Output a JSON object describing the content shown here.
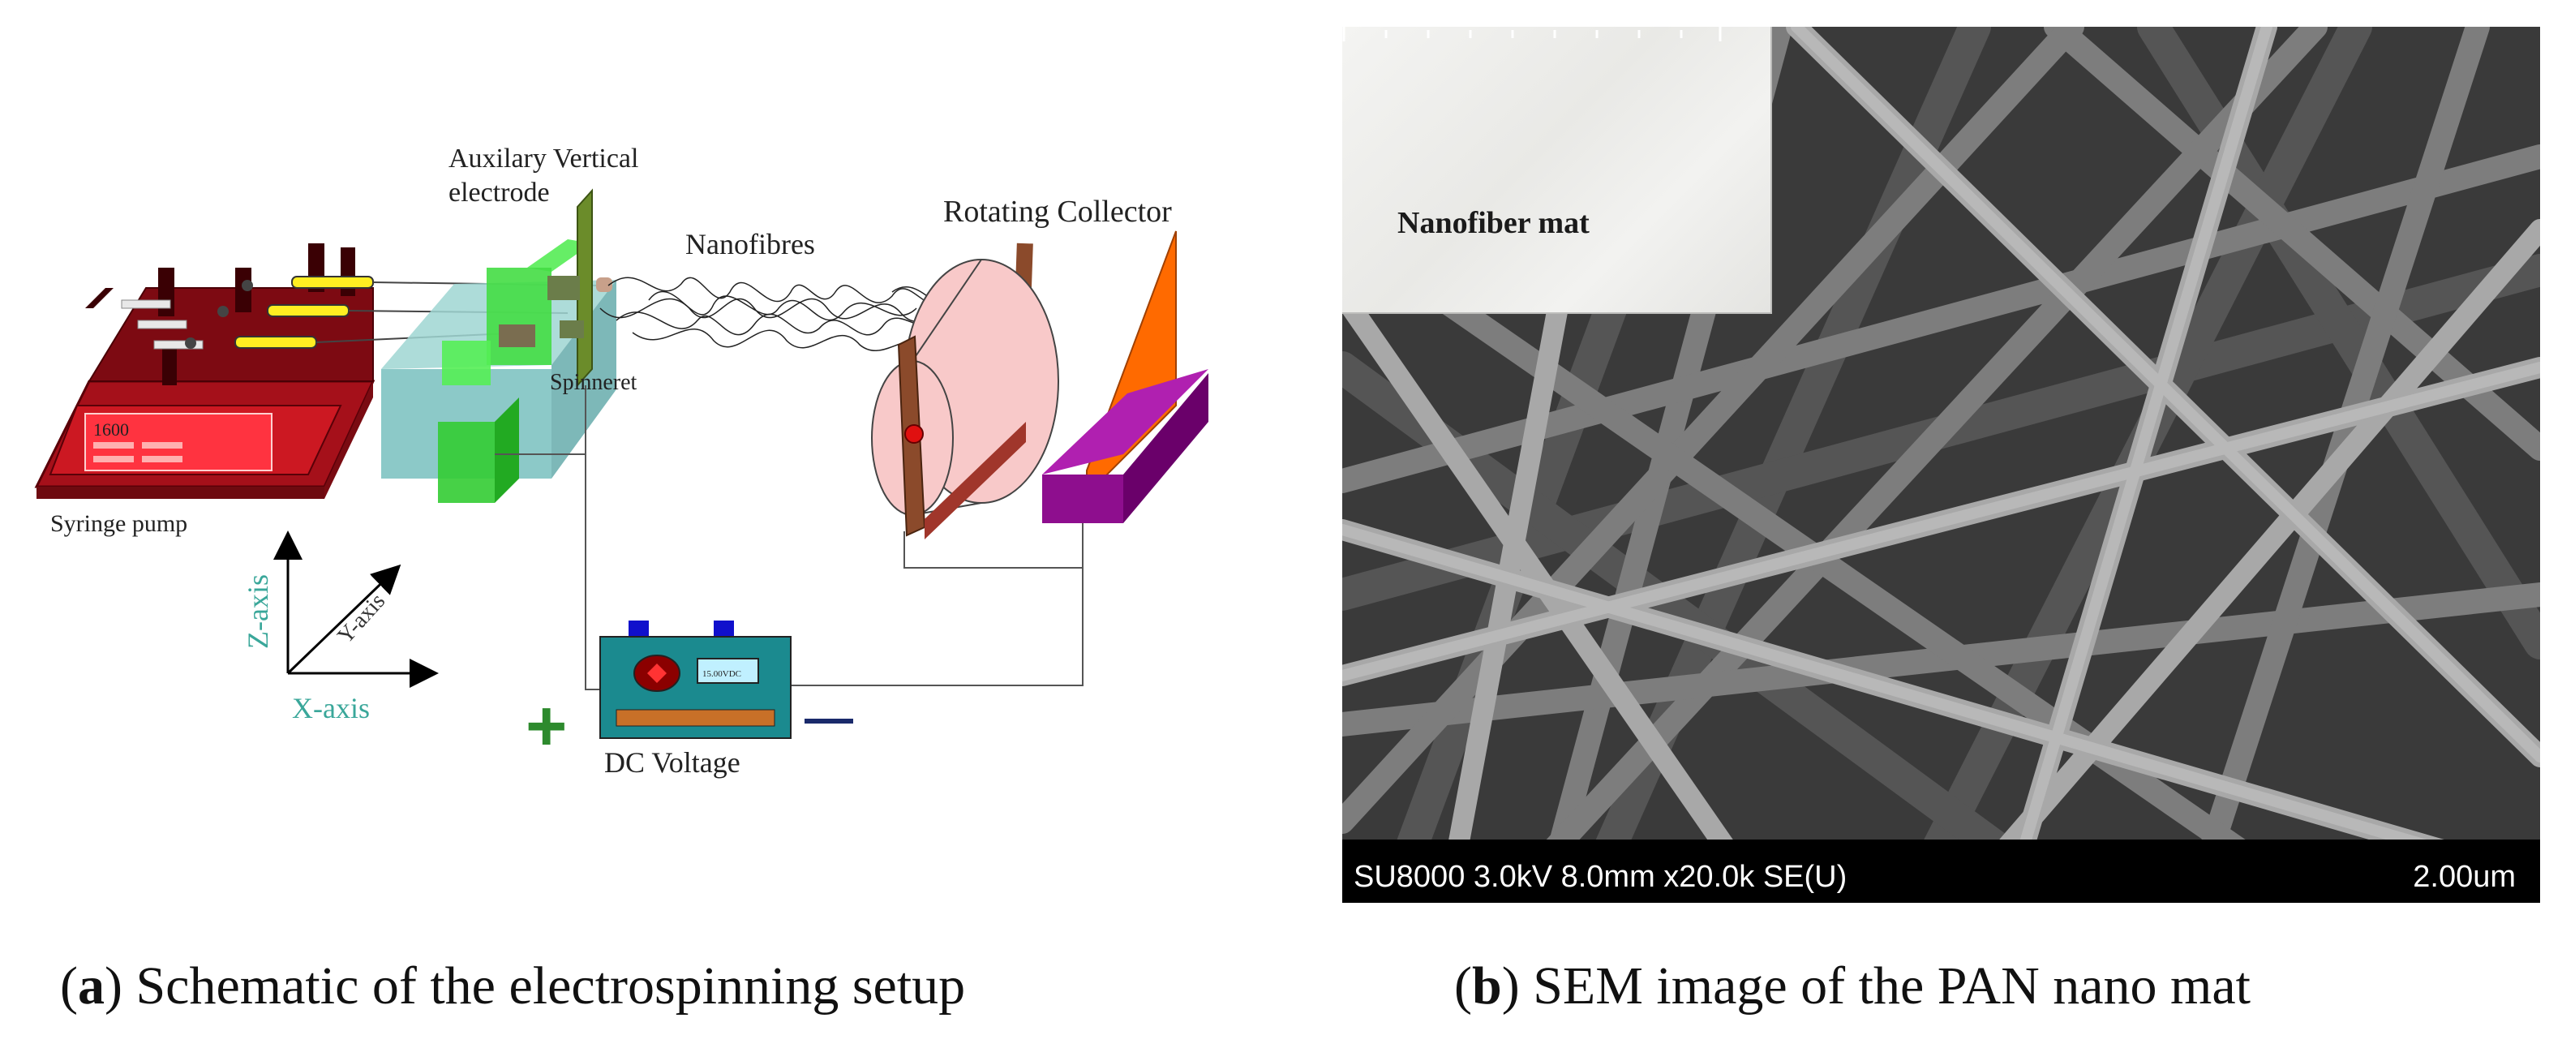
{
  "panel_a": {
    "labels": {
      "auxiliary_line1": "Auxilary Vertical",
      "auxiliary_line2": "electrode",
      "nanofibres": "Nanofibres",
      "rotating_collector": "Rotating Collector",
      "spinneret": "Spinneret",
      "syringe_pump": "Syringe pump",
      "dc_voltage": "DC Voltage",
      "plus": "+",
      "minus": "—",
      "z_axis": "Z-axis",
      "x_axis": "X-axis",
      "y_axis": "Y-axis",
      "pump_display": "1600",
      "meter_readout": "15.00VDC"
    },
    "colors": {
      "pump": "#c8101a",
      "electrode": "#6b8c2a",
      "spinneret_box": "#7fc3c2",
      "green_block": "#33cc33",
      "collector_drum": "#f8c9c9",
      "collector_frame": "#8b4a2b",
      "flat_collector": "#ff6a00",
      "flat_base": "#8e0e8e",
      "power_supply": "#1b8a8f",
      "axis_text": "#3aa79a",
      "plus_sign": "#2d8a2d",
      "minus_sign": "#1a2a6b"
    }
  },
  "panel_b": {
    "inset_label": "Nanofiber mat",
    "sem_info": "SU8000 3.0kV 8.0mm x20.0k SE(U)",
    "scale_label": "2.00um"
  },
  "captions": {
    "a_letter": "a",
    "a_text": " Schematic of the electrospinning setup",
    "b_letter": "b",
    "b_text": " SEM image of the PAN nano mat"
  }
}
